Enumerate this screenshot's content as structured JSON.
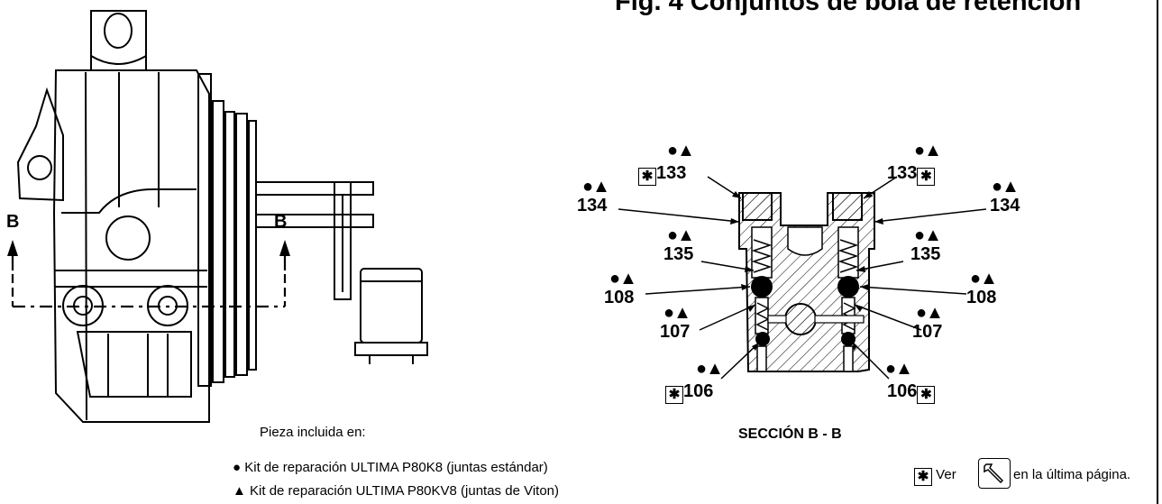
{
  "title": "Fig. 4 Conjuntos de bola de retención",
  "section_marker_left": "B",
  "section_marker_right": "B",
  "symbols": {
    "dot_tri": "●▲",
    "star_box": "✱"
  },
  "parts": {
    "p133_left": "133",
    "p133_right": "133",
    "p134_left": "134",
    "p134_right": "134",
    "p135_left": "135",
    "p135_right": "135",
    "p108_left": "108",
    "p108_right": "108",
    "p107_left": "107",
    "p107_right": "107",
    "p106_left": "106",
    "p106_right": "106"
  },
  "section_label": "SECCIÓN B - B",
  "legend": {
    "heading": "Pieza incluida en:",
    "item1_symbol": "●",
    "item1": "Kit de reparación ULTIMA P80K8 (juntas estándar)",
    "item2_symbol": "▲",
    "item2": "Kit de reparación ULTIMA P80KV8 (juntas de Viton)",
    "note_pre": "Ver",
    "note_post": "en la última página.",
    "note_icon": "wrench-icon"
  }
}
